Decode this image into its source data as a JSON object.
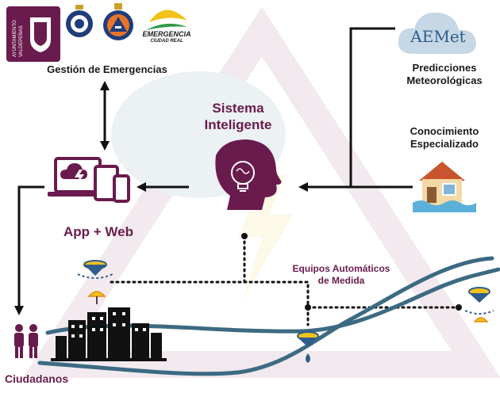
{
  "labels": {
    "gestion": "Gestión de Emergencias",
    "predicciones": [
      "Predicciones",
      "Meteorológicas"
    ],
    "conocimiento": [
      "Conocimiento",
      "Especializado"
    ],
    "sistema": [
      "Sistema",
      "Inteligente"
    ],
    "app": "App + Web",
    "equipos": [
      "Equipos Automáticos",
      "de Medida"
    ],
    "ciudadanos": "Ciudadanos"
  },
  "logos": {
    "ayuntamiento": "AYUNTAMIENTO VALDEPEÑAS",
    "proteccion": "PROTECCIÓN CIVIL ESPAÑA",
    "emergencia": [
      "EMERGENCIA",
      "CIUDAD REAL"
    ],
    "aemet": "AEMet"
  },
  "colors": {
    "plum": "#6a1b4d",
    "river": "#3c6a82",
    "sensor_yellow": "#f2c21a",
    "sensor_blue": "#2f5d8a",
    "dark": "#1a1a1a"
  }
}
